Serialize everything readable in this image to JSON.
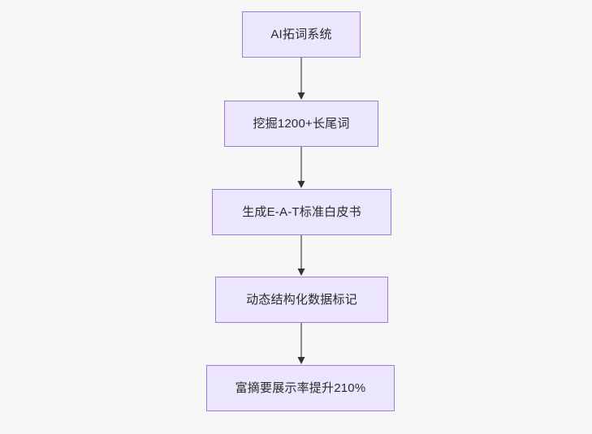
{
  "diagram": {
    "type": "flowchart",
    "direction": "top-to-bottom",
    "background_color": "#f7f7f8",
    "node_fill_color": "#ebe6fd",
    "node_border_color": "#a07cd6",
    "edge_color": "#6e6e6e",
    "text_color": "#2b2b2b",
    "nodes": [
      {
        "id": "n1",
        "label": "AI拓词系统"
      },
      {
        "id": "n2",
        "label": "挖掘1200+长尾词"
      },
      {
        "id": "n3",
        "label": "生成E-A-T标准白皮书"
      },
      {
        "id": "n4",
        "label": "动态结构化数据标记"
      },
      {
        "id": "n5",
        "label": "富摘要展示率提升210%"
      }
    ],
    "edges": [
      {
        "id": "e1",
        "from": "n1",
        "to": "n2",
        "label": "",
        "arrow": "arrow-down-icon"
      },
      {
        "id": "e2",
        "from": "n2",
        "to": "n3",
        "label": "",
        "arrow": "arrow-down-icon"
      },
      {
        "id": "e3",
        "from": "n3",
        "to": "n4",
        "label": "",
        "arrow": "arrow-down-icon"
      },
      {
        "id": "e4",
        "from": "n4",
        "to": "n5",
        "label": "",
        "arrow": "arrow-down-icon"
      }
    ]
  }
}
